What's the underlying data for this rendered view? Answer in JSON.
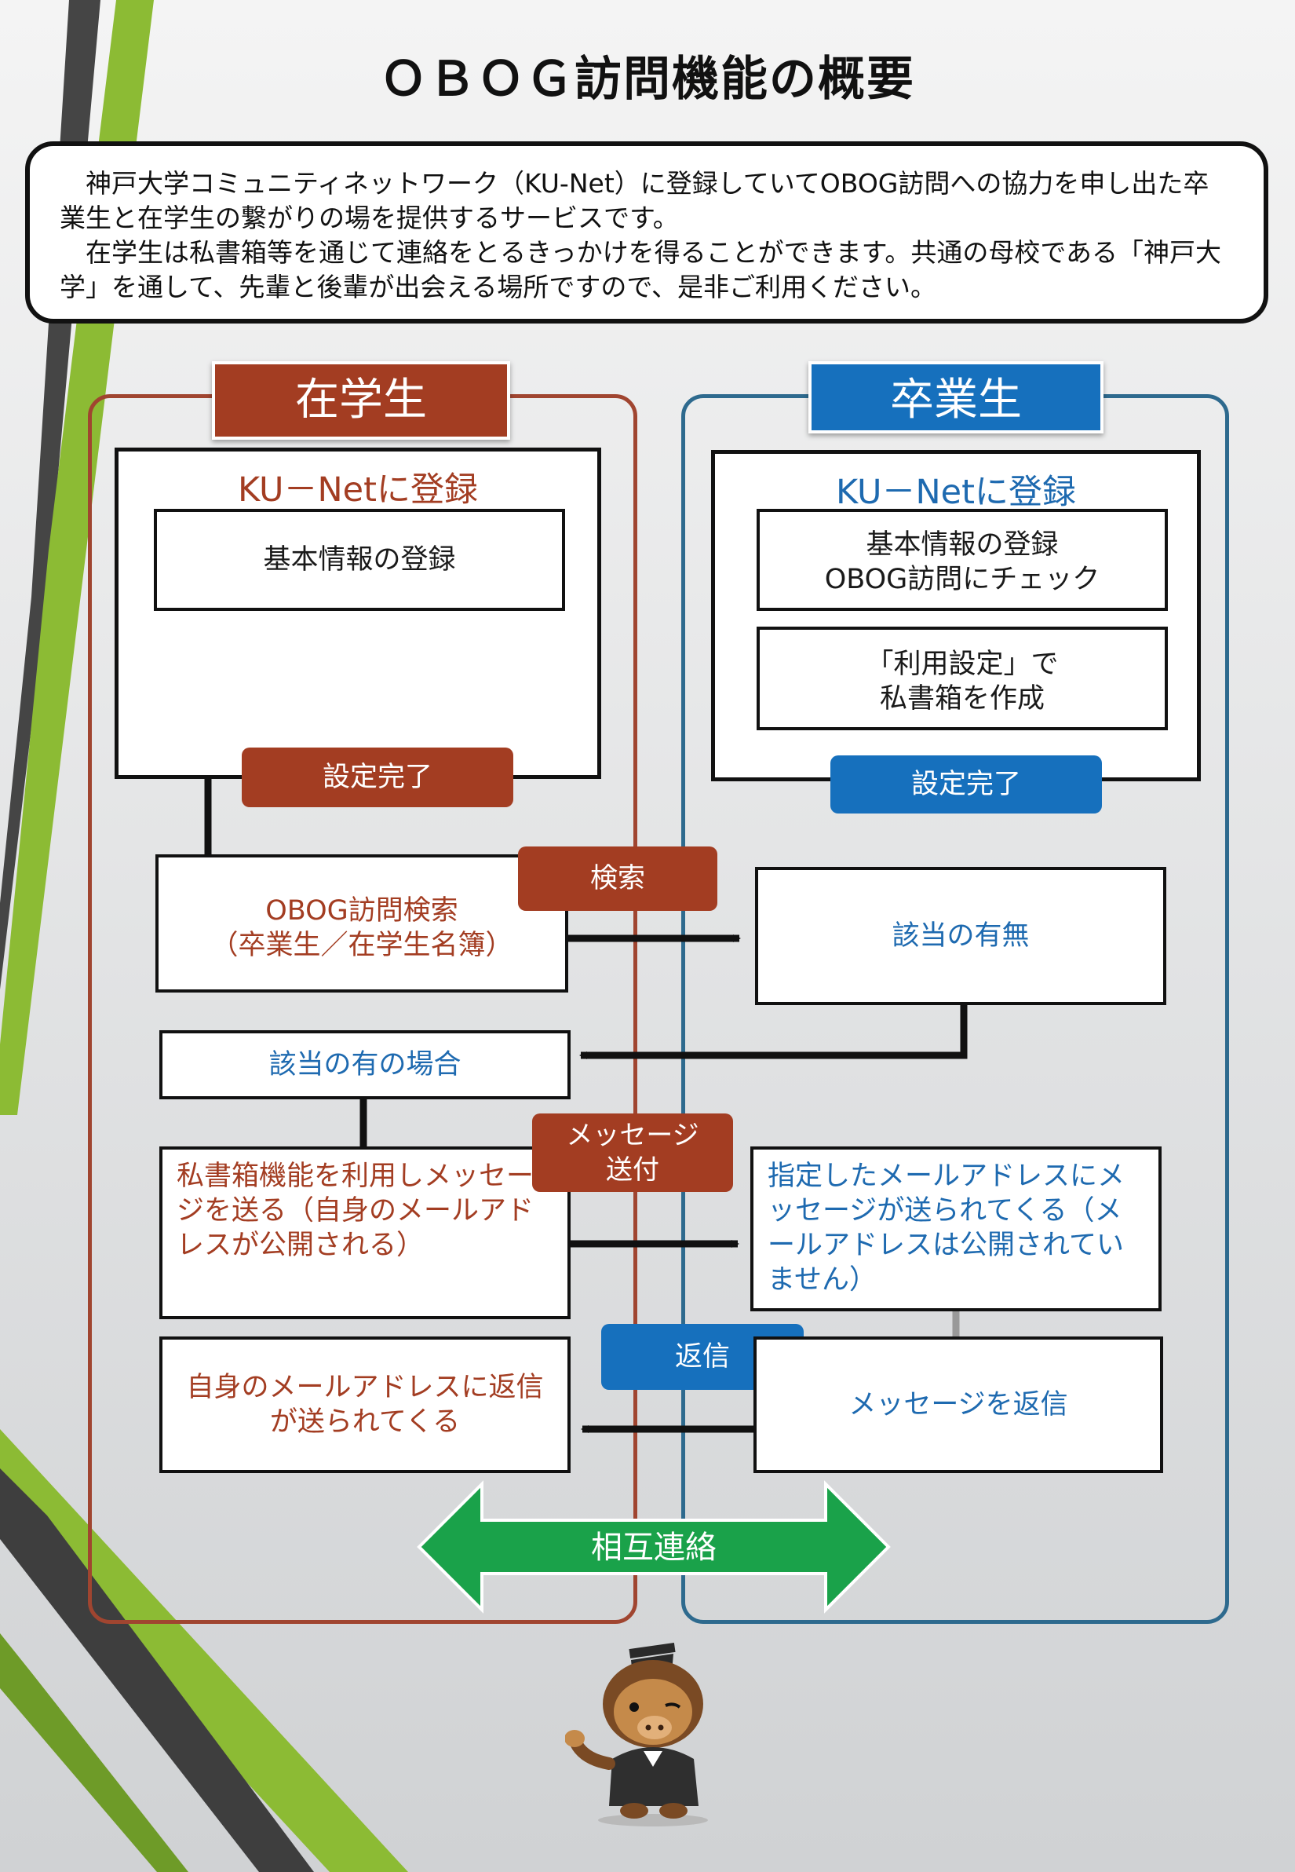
{
  "title": "ＯＢＯＧ訪問機能の概要",
  "intro": {
    "paragraph_1": "神戸大学コミュニティネットワーク（KU-Net）に登録していてOBOG訪問への協力を申し出た卒業生と在学生の繋がりの場を提供するサービスです。",
    "paragraph_2": "在学生は私書箱等を通じて連絡をとるきっかけを得ることができます。共通の母校である「神戸大学」を通して、先輩と後輩が出会える場所ですので、是非ご利用ください。"
  },
  "student": {
    "header": "在学生",
    "register_title": "KU－Netに登録",
    "basic_info": "基本情報の登録",
    "setup_done": "設定完了",
    "search_box_line1": "OBOG訪問検索",
    "search_box_line2": "（卒業生／在学生名簿）",
    "if_match": "該当の有の場合",
    "send_message": "私書箱機能を利用しメッセージを送る（自身のメールアドレスが公開される）",
    "reply_received": "自身のメールアドレスに返信が送られてくる"
  },
  "alumni": {
    "header": "卒業生",
    "register_title": "KU－Netに登録",
    "basic_info_line1": "基本情報の登録",
    "basic_info_line2": "OBOG訪問にチェック",
    "usage_line1": "「利用設定」で",
    "usage_line2": "私書箱を作成",
    "setup_done": "設定完了",
    "match_result": "該当の有無",
    "message_received": "指定したメールアドレスにメッセージが送られてくる（メールアドレスは公開されていません）",
    "reply_message": "メッセージを返信"
  },
  "actions": {
    "search": "検索",
    "send_line1": "メッセージ",
    "send_line2": "送付",
    "reply": "返信",
    "mutual_contact": "相互連絡"
  },
  "colors": {
    "student_red": "#a33d22",
    "alumni_blue": "#1670bd",
    "mutual_green": "#1aa24a",
    "accent_green": "#8cbb34"
  },
  "mascot": "boar-mascot-with-graduation-cap"
}
